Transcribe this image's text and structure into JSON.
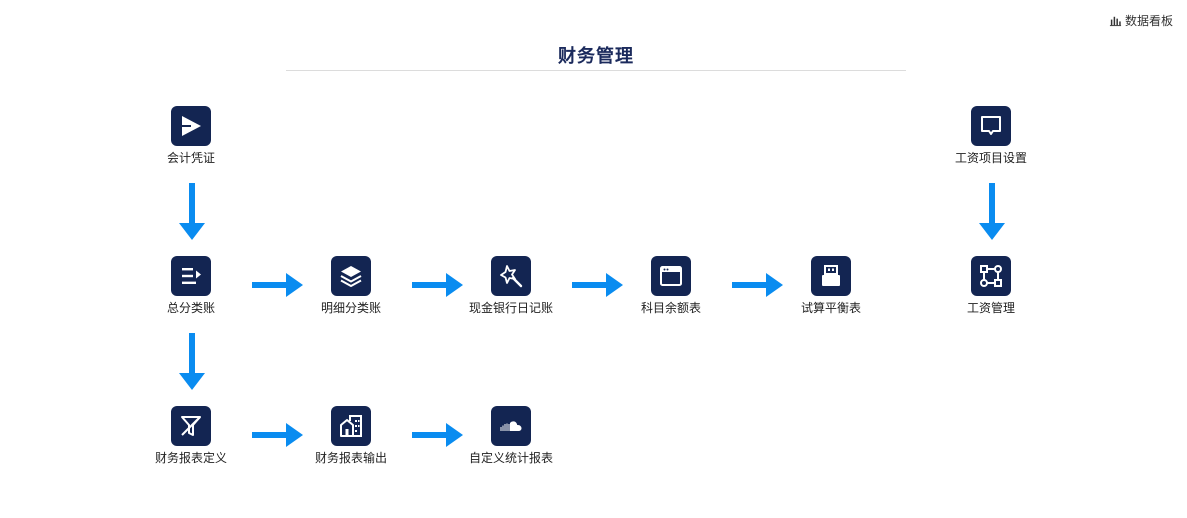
{
  "header": {
    "dashboard_link": "数据看板",
    "title": "财务管理"
  },
  "nodes": {
    "voucher": "会计凭证",
    "general_ledger": "总分类账",
    "detail_ledger": "明细分类账",
    "cash_bank_journal": "现金银行日记账",
    "subject_balance": "科目余额表",
    "trial_balance": "试算平衡表",
    "salary_item_settings": "工资项目设置",
    "salary_management": "工资管理",
    "report_definition": "财务报表定义",
    "report_output": "财务报表输出",
    "custom_report": "自定义统计报表"
  },
  "colors": {
    "tile": "#132552",
    "arrow": "#0a8cf0",
    "title": "#1b2a5c"
  }
}
